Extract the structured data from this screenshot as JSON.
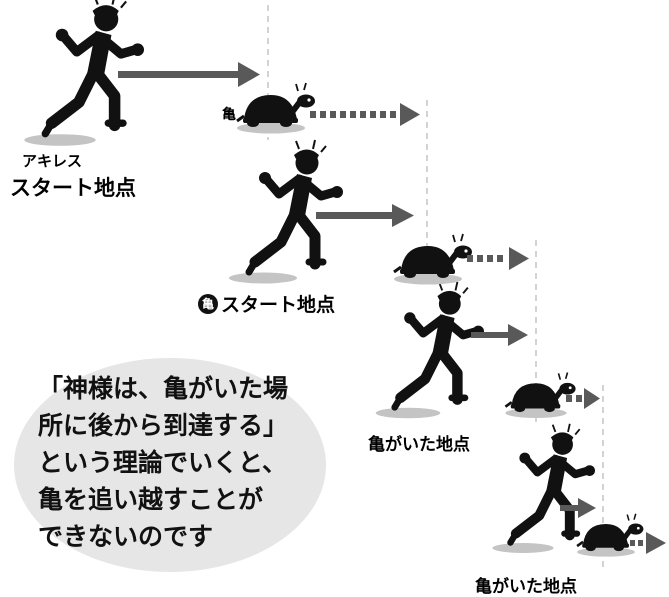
{
  "labels": {
    "achilles": "アキレス",
    "achilles_start": "スタート地点",
    "turtle": "亀",
    "turtle_badge": "亀",
    "turtle_start": "スタート地点",
    "turtle_was_here_1": "亀がいた地点",
    "turtle_was_here_2": "亀がいた地点"
  },
  "speech_lines": [
    "「神様は、亀がいた場",
    "所に後から到達する」",
    "という理論でいくと、",
    "亀を追い越すことが",
    "できないのです"
  ],
  "colors": {
    "figure": "#111111",
    "arrow": "#595959",
    "shadow": "#c4c4c4",
    "bubble": "#e6e6e6",
    "guide_line": "#c8c8c8"
  }
}
